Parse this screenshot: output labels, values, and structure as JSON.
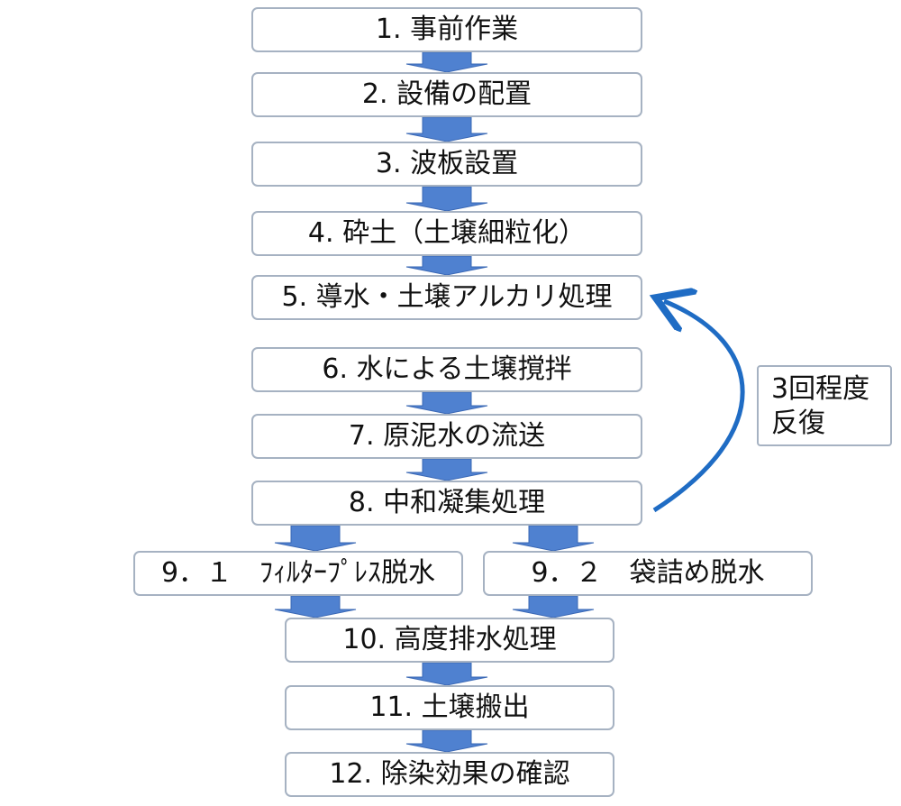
{
  "steps": [
    {
      "id": "1",
      "label": "1. 事前作業"
    },
    {
      "id": "2",
      "label": "2. 設備の配置"
    },
    {
      "id": "3",
      "label": "3. 波板設置"
    },
    {
      "id": "4",
      "label": "4. 砕土（土壌細粒化）"
    },
    {
      "id": "5",
      "label": "5. 導水・土壌アルカリ処理"
    },
    {
      "id": "6",
      "label": "6. 水による土壌撹拌"
    },
    {
      "id": "7",
      "label": "7. 原泥水の流送"
    },
    {
      "id": "8",
      "label": "8. 中和凝集処理"
    },
    {
      "id": "9-1",
      "label": "9．１　ﾌｨﾙﾀｰﾌﾟﾚｽ脱水"
    },
    {
      "id": "9-2",
      "label": "9．２　袋詰め脱水"
    },
    {
      "id": "10",
      "label": "10. 高度排水処理"
    },
    {
      "id": "11",
      "label": "11. 土壌搬出"
    },
    {
      "id": "12",
      "label": "12. 除染効果の確認"
    }
  ],
  "repeat_note": {
    "line1": "3回程度",
    "line2": "反復"
  },
  "colors": {
    "arrow_fill": "#4f81d0",
    "arrow_stroke": "#3a68b5",
    "curve": "#1f6cc4",
    "box_border": "#a6b2c2"
  }
}
